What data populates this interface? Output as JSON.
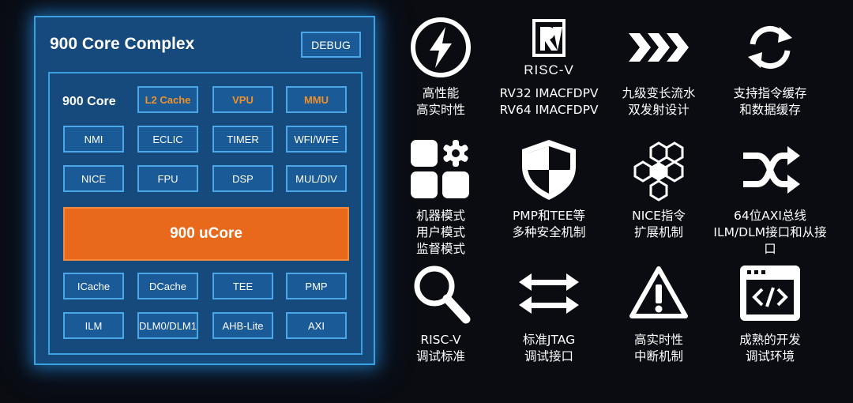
{
  "complex": {
    "title": "900 Core Complex",
    "debug_label": "DEBUG",
    "core_label": "900 Core",
    "row1": [
      "L2 Cache",
      "VPU",
      "MMU"
    ],
    "row2": [
      "NMI",
      "ECLIC",
      "TIMER",
      "WFI/WFE"
    ],
    "row3": [
      "NICE",
      "FPU",
      "DSP",
      "MUL/DIV"
    ],
    "ucore": "900 uCore",
    "row4": [
      "ICache",
      "DCache",
      "TEE",
      "PMP"
    ],
    "row5": [
      "ILM",
      "DLM0/DLM1",
      "AHB-Lite",
      "AXI"
    ]
  },
  "features": [
    {
      "icon": "lightning-icon",
      "line1": "高性能",
      "line2": "高实时性"
    },
    {
      "icon": "risc-v-logo",
      "logo_text": "RISC-V",
      "line1": "RV32 IMACFDPV",
      "line2": "RV64 IMACFDPV"
    },
    {
      "icon": "triple-chevron-icon",
      "line1": "九级变长流水",
      "line2": "双发射设计"
    },
    {
      "icon": "refresh-icon",
      "line1": "支持指令缓存",
      "line2": "和数据缓存"
    },
    {
      "icon": "apps-gear-icon",
      "line1": "机器模式",
      "line2": "用户模式",
      "line3": "监督模式"
    },
    {
      "icon": "shield-icon",
      "line1": "PMP和TEE等",
      "line2": "多种安全机制"
    },
    {
      "icon": "hexagons-icon",
      "line1": "NICE指令",
      "line2": "扩展机制"
    },
    {
      "icon": "shuffle-icon",
      "line1": "64位AXI总线",
      "line2": "ILM/DLM接口和从接口"
    },
    {
      "icon": "magnifier-icon",
      "line1": "RISC-V",
      "line2": "调试标准"
    },
    {
      "icon": "swap-arrows-icon",
      "line1": "标准JTAG",
      "line2": "调试接口"
    },
    {
      "icon": "warning-icon",
      "line1": "高实时性",
      "line2": "中断机制"
    },
    {
      "icon": "code-window-icon",
      "line1": "成熟的开发",
      "line2": "调试环境"
    }
  ]
}
